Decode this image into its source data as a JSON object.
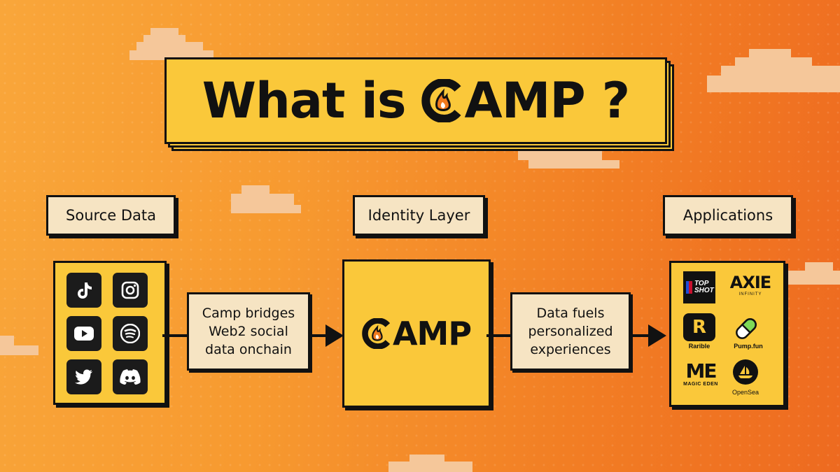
{
  "title": {
    "prefix": "What is",
    "brand": "CAMP",
    "suffix": "?"
  },
  "columns": {
    "source_label": "Source Data",
    "identity_label": "Identity Layer",
    "applications_label": "Applications"
  },
  "source_icons": [
    "tiktok-icon",
    "instagram-icon",
    "youtube-icon",
    "spotify-icon",
    "twitter-icon",
    "discord-icon"
  ],
  "flow": {
    "step1_lines": [
      "Camp bridges",
      "Web2 social",
      "data onchain"
    ],
    "center_brand": "CAMP",
    "step2_lines": [
      "Data fuels",
      "personalized",
      "experiences"
    ]
  },
  "applications": [
    {
      "name": "topshot",
      "text": "TOP SHOT"
    },
    {
      "name": "axie",
      "text": "AXIE",
      "sub": "INFINITY"
    },
    {
      "name": "rarible",
      "text": "Rarible"
    },
    {
      "name": "pumpfun",
      "text": "Pump.fun"
    },
    {
      "name": "magiceden",
      "text": "MAGIC EDEN"
    },
    {
      "name": "opensea",
      "text": "OpenSea"
    }
  ],
  "colors": {
    "panel": "#fac83a",
    "label_bg": "#f6e4c3",
    "outline": "#111111",
    "bg_start": "#f9a63a",
    "bg_end": "#ee6a20"
  }
}
